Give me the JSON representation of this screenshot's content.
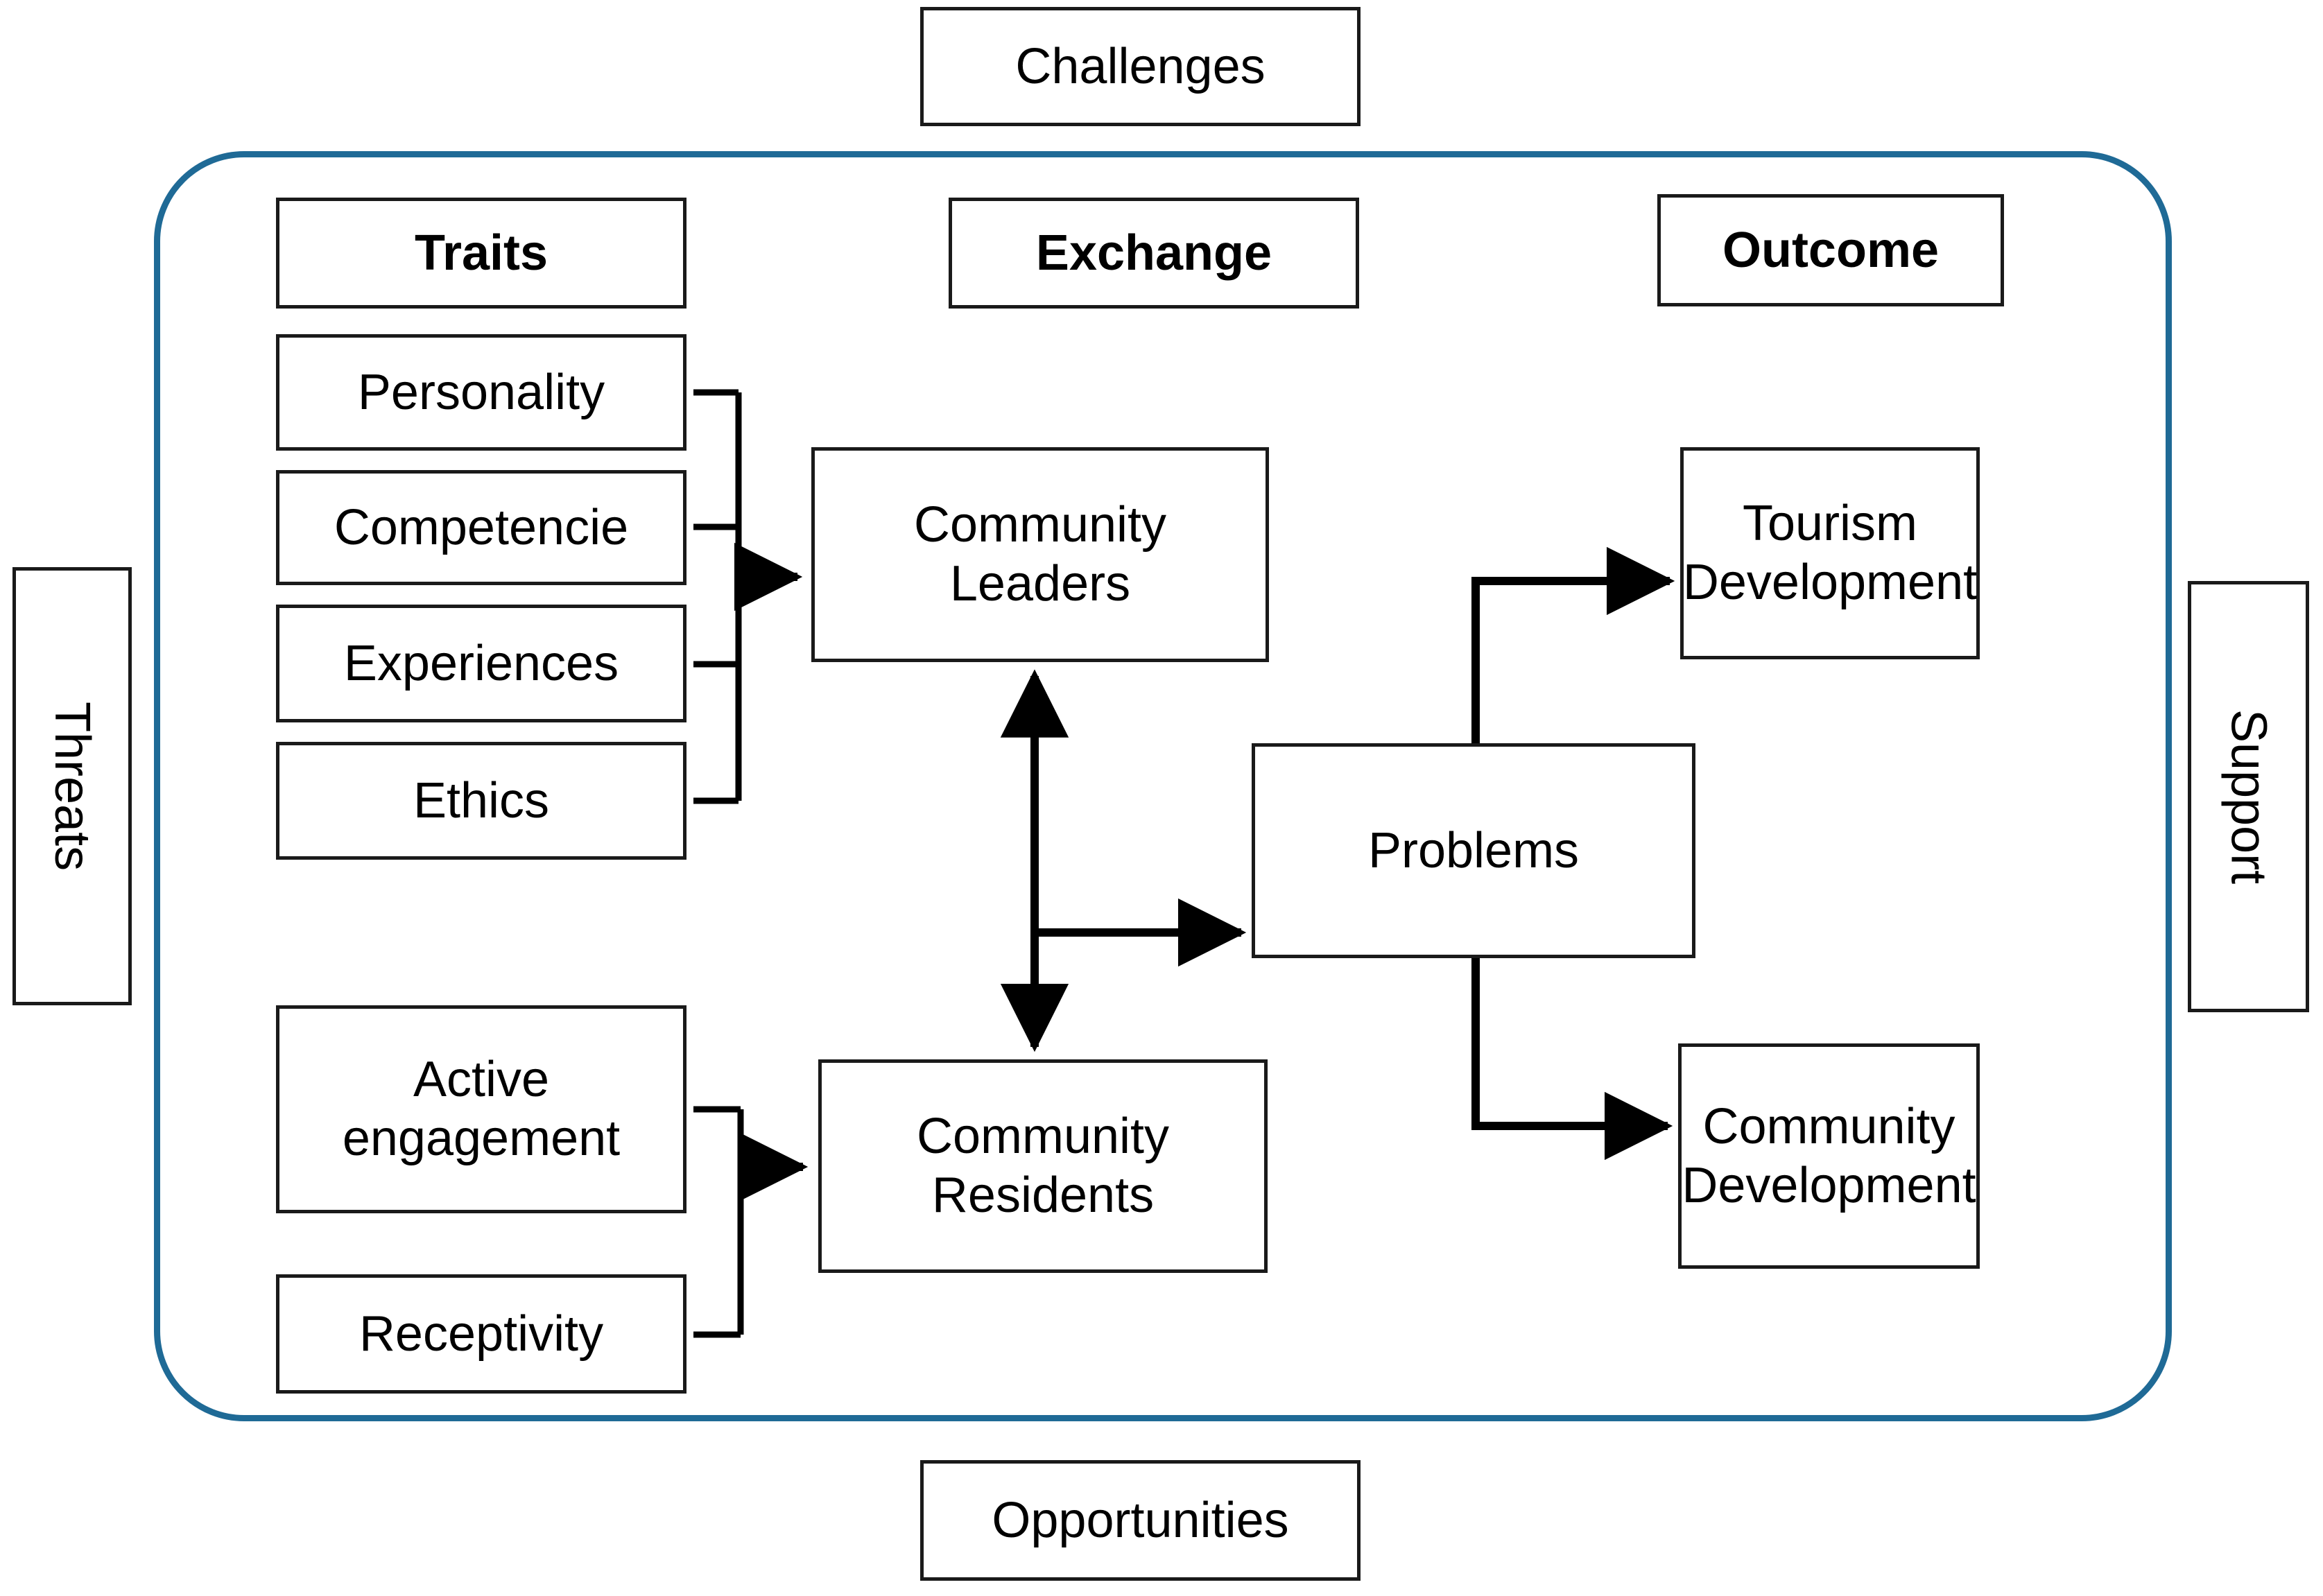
{
  "diagram": {
    "title_boxes": {
      "top": {
        "label": "Challenges"
      },
      "bottom": {
        "label": "Opportunities"
      },
      "left": {
        "label": "Threats"
      },
      "right": {
        "label": "Support"
      }
    },
    "column_headers": [
      {
        "label": "Traits"
      },
      {
        "label": "Exchange"
      },
      {
        "label": "Outcome"
      }
    ],
    "trait_items": [
      {
        "label": "Personality"
      },
      {
        "label": "Competencie"
      },
      {
        "label": "Experiences"
      },
      {
        "label": "Ethics"
      }
    ],
    "resident_items": [
      {
        "label": "Active\nengagement"
      },
      {
        "label": "Receptivity"
      }
    ],
    "exchange_nodes": [
      {
        "label": "Community\nLeaders"
      },
      {
        "label": "Community\nResidents"
      },
      {
        "label": "Problems"
      }
    ],
    "outcome_nodes": [
      {
        "label": "Tourism\nDevelopment"
      },
      {
        "label": "Community\nDevelopment"
      }
    ],
    "colors": {
      "frame_blue": "#1F6A96",
      "box_border": "#1a1a1a",
      "connector": "#000000",
      "background": "#ffffff"
    }
  }
}
